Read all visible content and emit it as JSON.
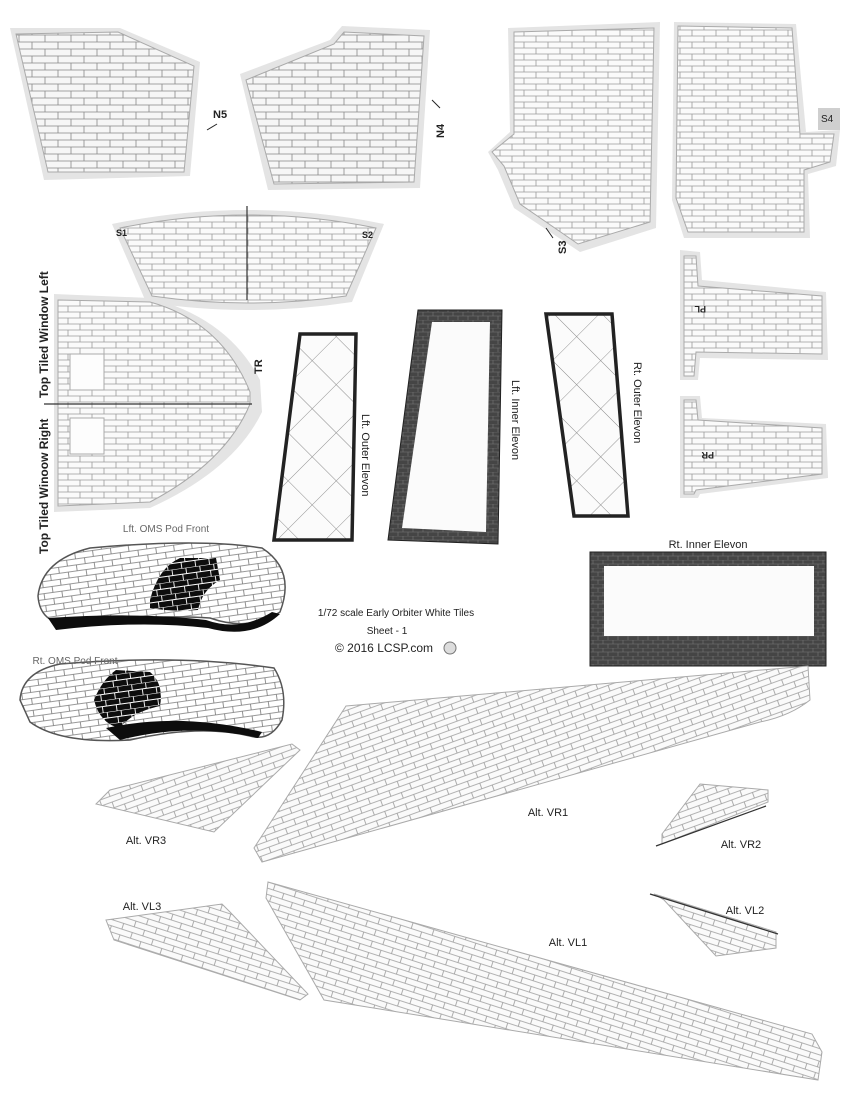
{
  "sheet": {
    "title": "1/72 scale Early Orbiter White Tiles",
    "sheet_number": "Sheet - 1",
    "copyright": "© 2016 LCSP.com"
  },
  "labels": {
    "n5": "N5",
    "n4": "N4",
    "s1": "S1",
    "s2": "S2",
    "s3": "S3",
    "s4": "S4",
    "tr": "TR",
    "pl": "PL",
    "pr": "PR",
    "top_window_left": "Top Tiled Window Left",
    "top_window_right": "Top Tiled Winoow Right",
    "lft_outer_elevon": "Lft. Outer Elevon",
    "lft_inner_elevon": "Lft. Inner Elevon",
    "rt_outer_elevon": "Rt. Outer Elevon",
    "rt_inner_elevon": "Rt. Inner Elevon",
    "lft_oms_pod_front": "Lft. OMS Pod Front",
    "rt_oms_pod_front": "Rt. OMS Pod Front",
    "alt_vr1": "Alt. VR1",
    "alt_vr2": "Alt. VR2",
    "alt_vr3": "Alt. VR3",
    "alt_vl1": "Alt. VL1",
    "alt_vl2": "Alt. VL2",
    "alt_vl3": "Alt. VL3"
  },
  "colors": {
    "tile_fill": "#f5f5f5",
    "tile_line": "#999999",
    "dark_tile": "#111111",
    "border_tile": "#444444",
    "shadow": "#e4e4e4"
  }
}
